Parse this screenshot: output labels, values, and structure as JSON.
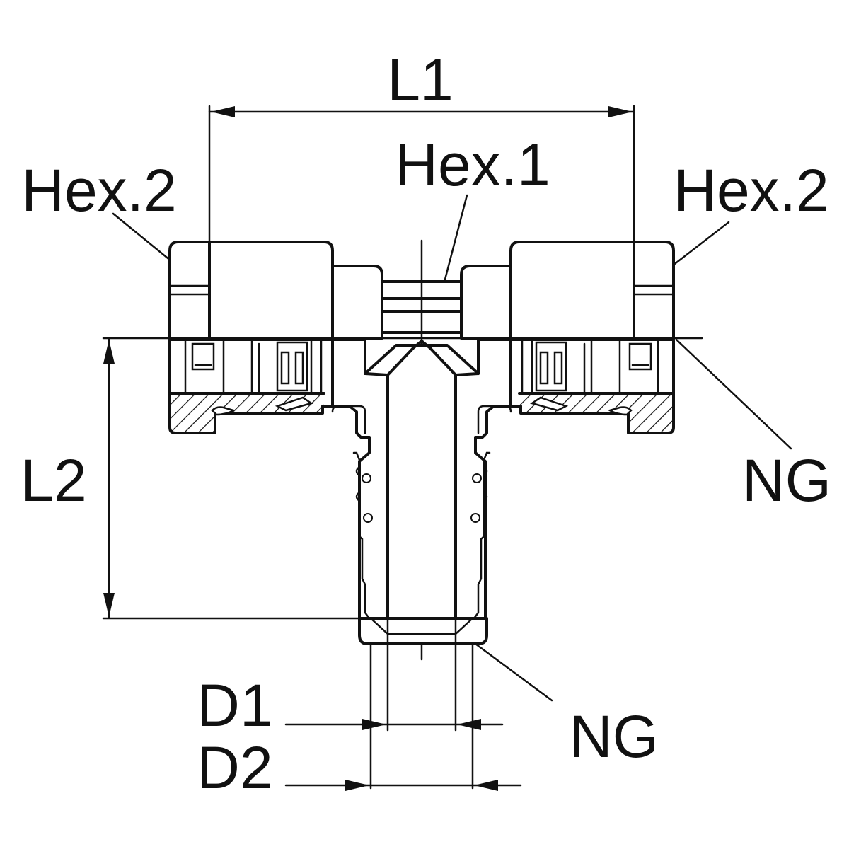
{
  "labels": {
    "l1": "L1",
    "l2": "L2",
    "hex1": "Hex.1",
    "hex2_left": "Hex.2",
    "hex2_right": "Hex.2",
    "ng_right": "NG",
    "ng_bottom": "NG",
    "d1": "D1",
    "d2": "D2"
  }
}
